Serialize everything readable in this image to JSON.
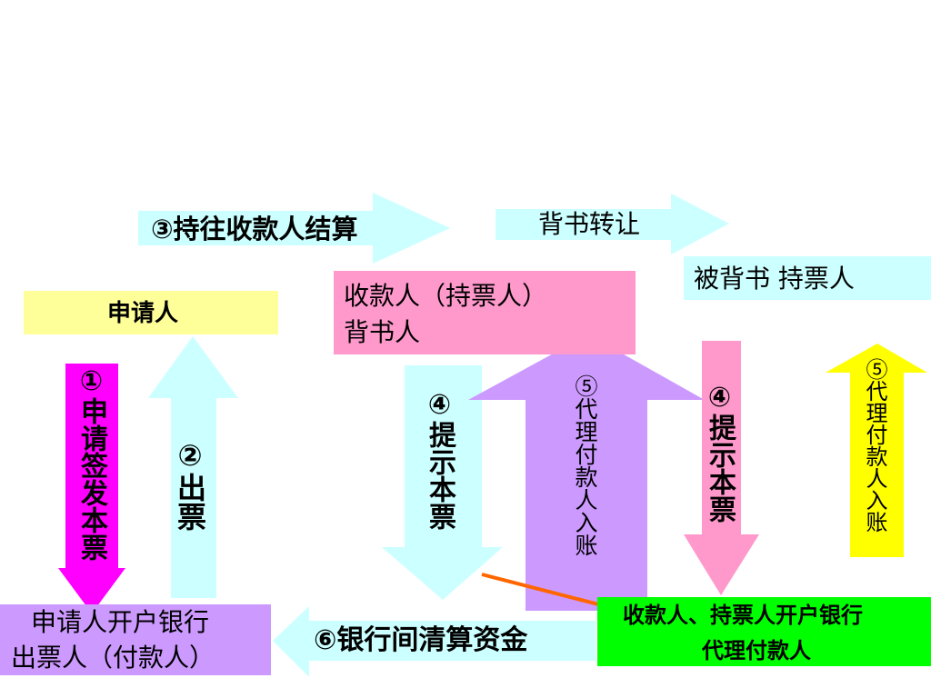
{
  "nodes": {
    "applicant": "申请人",
    "payee_line1": "收款人（持票人）",
    "payee_line2": "背书人",
    "endorsee": "被背书 持票人",
    "issuer_bank_line1": "申请人开户银行",
    "issuer_bank_line2": "出票人（付款人）",
    "payee_bank_line1": "收款人、持票人开户银行",
    "payee_bank_line2": "代理付款人"
  },
  "arrows": {
    "step1_apply": "①申请签发本票",
    "step2_issue": "②出票",
    "step3_settle": "③持往收款人结算",
    "endorse_transfer": "背书转让",
    "step4_present_a": "④提示本票",
    "step4_present_b": "④提示本票",
    "step5_credit_a": "⑤代理付款人入账",
    "step5_credit_b": "⑤代理付款人入账",
    "step6_clearing": "⑥银行间清算资金"
  },
  "colors": {
    "applicant_box": "#ffff99",
    "payee_box": "#ff99cc",
    "endorsee_box": "#ccffff",
    "issuer_bank_box": "#cc99ff",
    "payee_bank_box": "#00ff00",
    "arrow_magenta": "#ff00ff",
    "arrow_cyan": "#ccffff",
    "arrow_pink": "#ff99cc",
    "arrow_purple": "#cc99ff",
    "arrow_yellow": "#ffff00",
    "connector_orange": "#ff6600"
  }
}
